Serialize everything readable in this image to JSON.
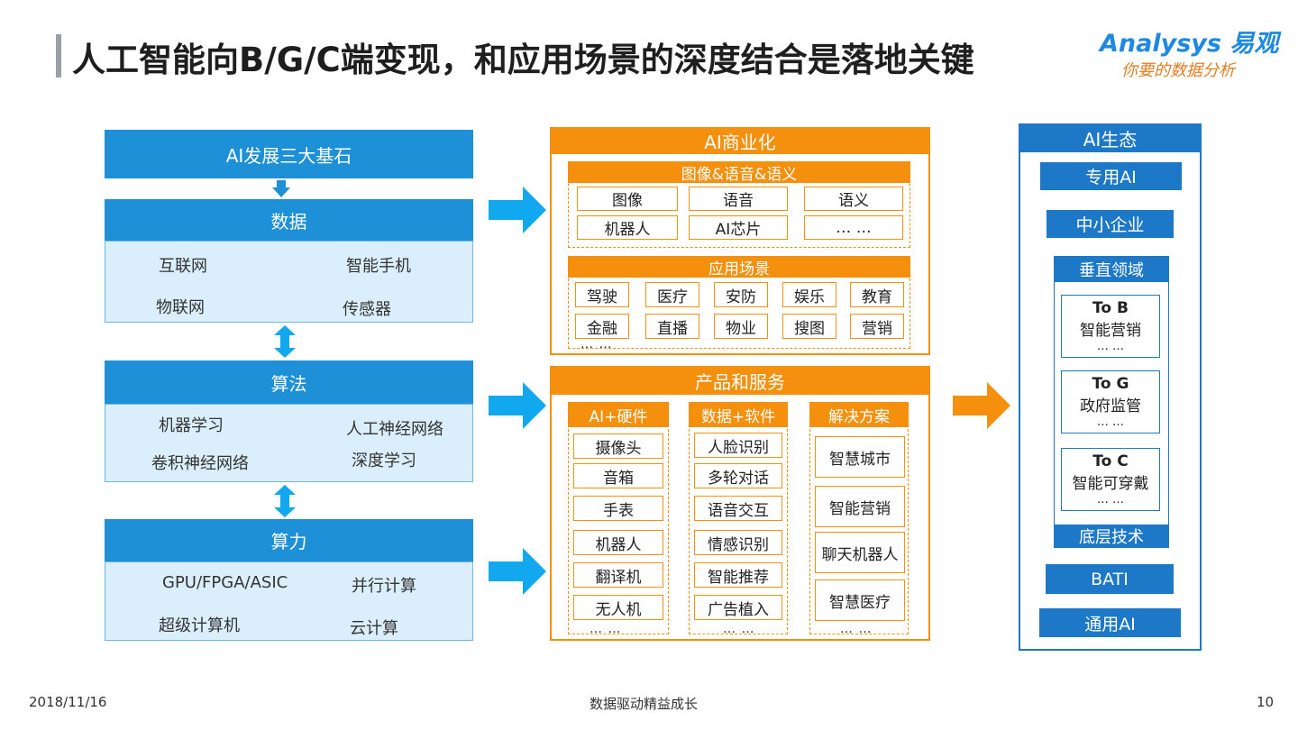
{
  "title": "人工智能向B/G/C端变现，和应用场景的深度结合是落地关键",
  "logo": {
    "main": "Analysys 易观",
    "sub": "你要的数据分析"
  },
  "left": {
    "header": "AI发展三大基石",
    "data": {
      "title": "数据",
      "items": [
        "互联网",
        "智能手机",
        "物联网",
        "传感器"
      ]
    },
    "algorithm": {
      "title": "算法",
      "items": [
        "机器学习",
        "人工神经网络",
        "卷积神经网络",
        "深度学习"
      ]
    },
    "compute": {
      "title": "算力",
      "items": [
        "GPU/FPGA/ASIC",
        "并行计算",
        "超级计算机",
        "云计算"
      ]
    }
  },
  "middle": {
    "commercial": {
      "title": "AI商业化",
      "group1": {
        "title": "图像&语音&语义",
        "items": [
          "图像",
          "语音",
          "语义",
          "机器人",
          "AI芯片",
          "… …"
        ]
      },
      "group2": {
        "title": "应用场景",
        "items": [
          "驾驶",
          "医疗",
          "安防",
          "娱乐",
          "教育",
          "金融",
          "直播",
          "物业",
          "搜图",
          "营销"
        ],
        "more": "… …"
      }
    },
    "products": {
      "title": "产品和服务",
      "col1": {
        "title": "AI+硬件",
        "items": [
          "摄像头",
          "音箱",
          "手表",
          "机器人",
          "翻译机",
          "无人机"
        ],
        "more": "… …"
      },
      "col2": {
        "title": "数据+软件",
        "items": [
          "人脸识别",
          "多轮对话",
          "语音交互",
          "情感识别",
          "智能推荐",
          "广告植入"
        ],
        "more": "… …"
      },
      "col3": {
        "title": "解决方案",
        "items": [
          "智慧城市",
          "智能营销",
          "聊天机器人",
          "智慧医疗"
        ],
        "more": "… …"
      }
    }
  },
  "right": {
    "title": "AI生态",
    "top": [
      "专用AI",
      "中小企业"
    ],
    "vertical": {
      "title": "垂直领域",
      "boxes": [
        {
          "label": "To B",
          "value": "智能营销",
          "more": "… …"
        },
        {
          "label": "To G",
          "value": "政府监管",
          "more": "… …"
        },
        {
          "label": "To C",
          "value": "智能可穿戴",
          "more": "… …"
        }
      ],
      "bottom": "底层技术"
    },
    "bottom": [
      "BATI",
      "通用AI"
    ]
  },
  "footer": {
    "date": "2018/11/16",
    "center": "数据驱动精益成长",
    "page": "10"
  },
  "colors": {
    "blue": "#1e90d8",
    "dark_blue": "#1e78c8",
    "light_blue": "#dbeefc",
    "orange": "#f5900f",
    "arrow_blue": "#12a8f0"
  }
}
